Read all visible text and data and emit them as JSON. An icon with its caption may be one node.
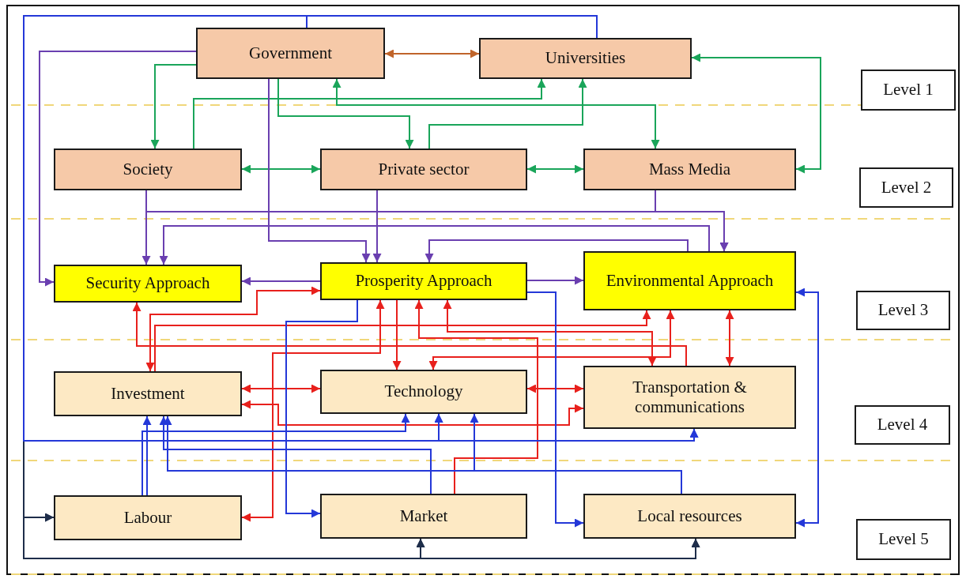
{
  "diagram": {
    "nodes": [
      {
        "text": [
          "Government"
        ]
      },
      {
        "text": [
          "Universities"
        ]
      },
      {
        "text": [
          "Society"
        ]
      },
      {
        "text": [
          "Private sector"
        ]
      },
      {
        "text": [
          "Mass Media"
        ]
      },
      {
        "text": [
          "Security Approach"
        ]
      },
      {
        "text": [
          "Prosperity Approach"
        ]
      },
      {
        "text": [
          "Environmental Approach"
        ]
      },
      {
        "text": [
          "Investment"
        ]
      },
      {
        "text": [
          "Technology"
        ]
      },
      {
        "text": [
          "Transportation & communications"
        ]
      },
      {
        "text": [
          "Labour"
        ]
      },
      {
        "text": [
          "Market"
        ]
      },
      {
        "text": [
          "Local resources"
        ]
      },
      {
        "text": [
          "Level 1"
        ]
      },
      {
        "text": [
          "Level 2"
        ]
      },
      {
        "text": [
          "Level 3"
        ]
      },
      {
        "text": [
          "Level 4"
        ]
      },
      {
        "text": [
          "Level 5"
        ]
      }
    ],
    "edges": [
      {
        "from": 0,
        "to": 1,
        "arrow": "both",
        "color": "#c0642a"
      },
      {
        "from": 0,
        "to": 2,
        "arrow": "to",
        "color": "#1aa55a"
      },
      {
        "from": 2,
        "to": 1,
        "arrow": "to",
        "color": "#1aa55a"
      },
      {
        "from": 0,
        "to": 3,
        "arrow": "to",
        "color": "#1aa55a"
      },
      {
        "from": 3,
        "to": 1,
        "arrow": "to",
        "color": "#1aa55a"
      },
      {
        "from": 0,
        "to": 4,
        "arrow": "both",
        "color": "#1aa55a"
      },
      {
        "from": 2,
        "to": 3,
        "arrow": "both",
        "color": "#1aa55a"
      },
      {
        "from": 3,
        "to": 4,
        "arrow": "both",
        "color": "#1aa55a"
      },
      {
        "from": 1,
        "to": 4,
        "arrow": "both",
        "color": "#1aa55a"
      },
      {
        "from": 0,
        "to": 5,
        "arrow": "to",
        "color": "#6a3fb0"
      },
      {
        "from": 0,
        "to": 6,
        "arrow": "to",
        "color": "#6a3fb0"
      },
      {
        "from": 2,
        "to": 5,
        "arrow": "to",
        "color": "#6a3fb0"
      },
      {
        "from": 2,
        "to": 7,
        "arrow": "to",
        "color": "#6a3fb0"
      },
      {
        "from": 4,
        "to": 7,
        "arrow": "to",
        "color": "#6a3fb0"
      },
      {
        "from": 3,
        "to": 6,
        "arrow": "to",
        "color": "#6a3fb0"
      },
      {
        "from": 7,
        "to": 5,
        "arrow": "to",
        "color": "#6a3fb0"
      },
      {
        "from": 7,
        "to": 6,
        "arrow": "to",
        "color": "#6a3fb0"
      },
      {
        "from": 6,
        "to": 5,
        "arrow": "to",
        "color": "#6a3fb0"
      },
      {
        "from": 6,
        "to": 7,
        "arrow": "to",
        "color": "#6a3fb0"
      },
      {
        "from": 8,
        "to": 6,
        "arrow": "both",
        "color": "#e8201c"
      },
      {
        "from": 8,
        "to": 7,
        "arrow": "to",
        "color": "#e8201c"
      },
      {
        "from": 10,
        "to": 5,
        "arrow": "to",
        "color": "#e8201c"
      },
      {
        "from": 6,
        "to": 11,
        "arrow": "both",
        "color": "#e8201c"
      },
      {
        "from": 6,
        "to": 9,
        "arrow": "to",
        "color": "#e8201c"
      },
      {
        "from": 12,
        "to": 6,
        "arrow": "to",
        "color": "#e8201c"
      },
      {
        "from": 6,
        "to": 10,
        "arrow": "both",
        "color": "#e8201c"
      },
      {
        "from": 9,
        "to": 7,
        "arrow": "both",
        "color": "#e8201c"
      },
      {
        "from": 7,
        "to": 10,
        "arrow": "both",
        "color": "#e8201c"
      },
      {
        "from": 8,
        "to": 9,
        "arrow": "both",
        "color": "#e8201c"
      },
      {
        "from": 9,
        "to": 10,
        "arrow": "both",
        "color": "#e8201c"
      },
      {
        "from": 8,
        "to": 10,
        "arrow": "both",
        "color": "#e8201c"
      },
      {
        "from": 6,
        "to": 12,
        "arrow": "to",
        "color": "#2438d8"
      },
      {
        "from": 6,
        "to": 13,
        "arrow": "to",
        "color": "#2438d8"
      },
      {
        "from": 13,
        "to": 7,
        "arrow": "both",
        "color": "#2438d8"
      },
      {
        "from": 11,
        "to": 8,
        "arrow": "to",
        "color": "#2438d8"
      },
      {
        "from": 11,
        "to": 9,
        "arrow": "to",
        "color": "#2438d8"
      },
      {
        "from": 12,
        "to": 8,
        "arrow": "to",
        "color": "#2438d8"
      },
      {
        "from": 13,
        "to": 8,
        "arrow": "to",
        "color": "#2438d8"
      },
      {
        "from": 13,
        "to": 9,
        "arrow": "to",
        "color": "#2438d8"
      },
      {
        "from": 0,
        "to": 11,
        "arrow": "to",
        "color": "#1e2d4a"
      },
      {
        "from": 0,
        "to": 12,
        "arrow": "to",
        "color": "#1e2d4a"
      },
      {
        "from": 0,
        "to": 13,
        "arrow": "to",
        "color": "#1e2d4a"
      },
      {
        "from": 1,
        "to": 11,
        "arrow": "to",
        "color": "#1e2d4a"
      },
      {
        "from": 1,
        "to": 12,
        "arrow": "to",
        "color": "#1e2d4a"
      },
      {
        "from": 1,
        "to": 13,
        "arrow": "to",
        "color": "#1e2d4a"
      },
      {
        "from": 0,
        "to": 9,
        "arrow": "to",
        "color": "#2438d8"
      },
      {
        "from": 0,
        "to": 10,
        "arrow": "to",
        "color": "#2438d8"
      },
      {
        "from": 1,
        "to": 9,
        "arrow": "to",
        "color": "#2438d8"
      },
      {
        "from": 1,
        "to": 10,
        "arrow": "to",
        "color": "#2438d8"
      }
    ]
  }
}
